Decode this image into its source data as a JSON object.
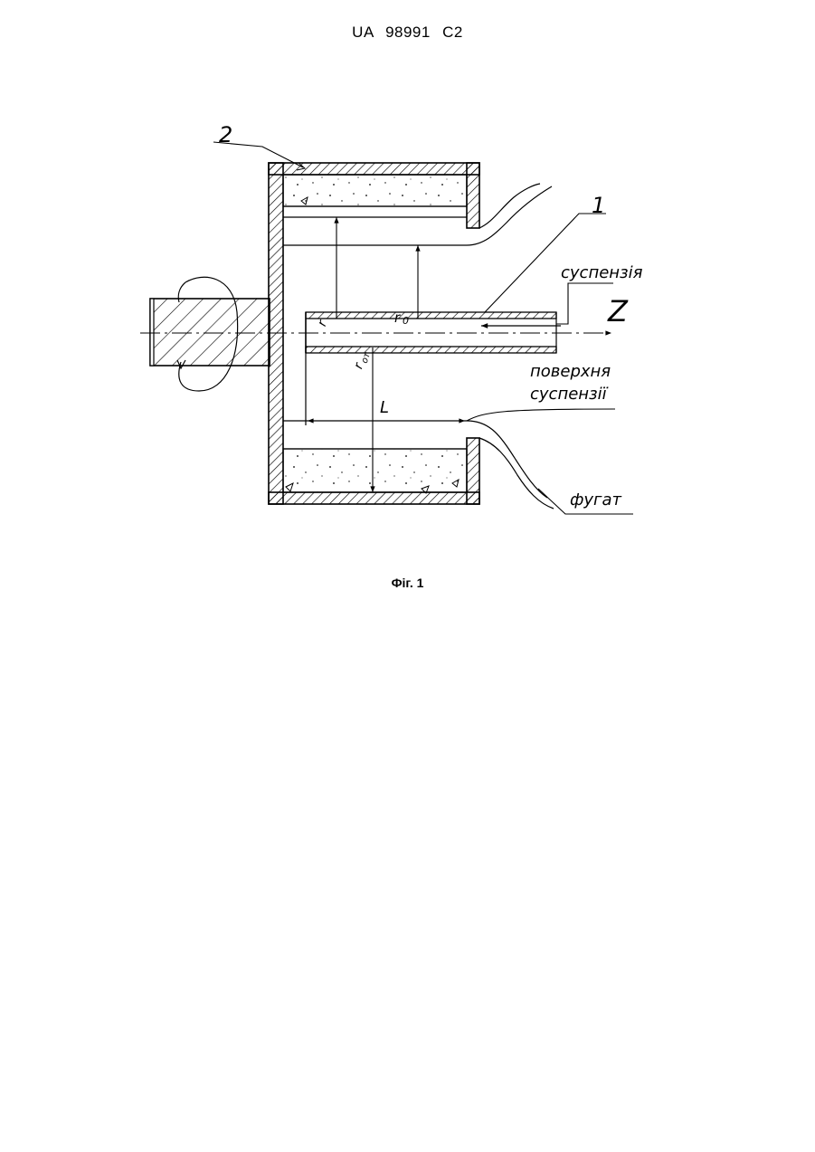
{
  "header": {
    "patent_number": "UA   98991   C2"
  },
  "figure": {
    "labels": {
      "part_2": "2",
      "part_1": "1",
      "suspension": "суспензія",
      "axis_z": "Z",
      "radius_r": "r",
      "radius_r0": "r",
      "radius_r0_sub": "0",
      "radius_rot": "r",
      "radius_rot_sub": "от",
      "length_l": "L",
      "surface_line1": "поверхня",
      "surface_line2": "суспензії",
      "fugate": "фугат"
    }
  },
  "caption": {
    "text": "Фіг. 1"
  }
}
